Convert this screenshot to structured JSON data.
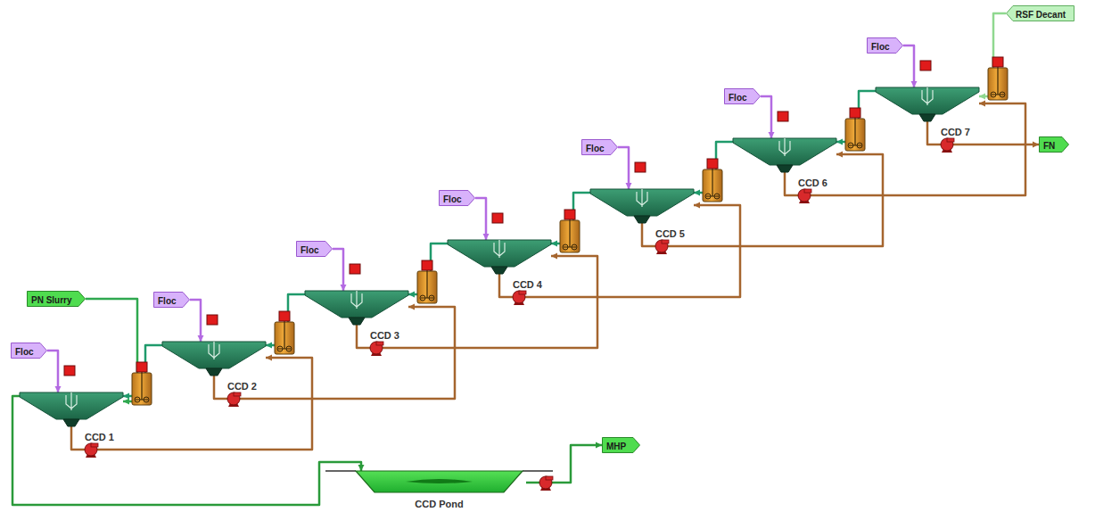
{
  "diagram": {
    "nodes": [
      {
        "text": [
          "PN Slurry"
        ]
      },
      {
        "text": [
          "Floc"
        ]
      },
      {
        "text": [
          "CCD 1"
        ]
      },
      {
        "text": [
          "Floc"
        ]
      },
      {
        "text": [
          "CCD 2"
        ]
      },
      {
        "text": [
          "Floc"
        ]
      },
      {
        "text": [
          "CCD 3"
        ]
      },
      {
        "text": [
          "Floc"
        ]
      },
      {
        "text": [
          "CCD 4"
        ]
      },
      {
        "text": [
          "Floc"
        ]
      },
      {
        "text": [
          "CCD 5"
        ]
      },
      {
        "text": [
          "Floc"
        ]
      },
      {
        "text": [
          "CCD 6"
        ]
      },
      {
        "text": [
          "Floc"
        ]
      },
      {
        "text": [
          "CCD 7"
        ]
      },
      {
        "text": [
          "RSF Decant"
        ]
      },
      {
        "text": [
          "FN"
        ]
      },
      {
        "text": [
          "CCD Pond"
        ]
      },
      {
        "text": [
          "MHP"
        ]
      }
    ],
    "edges": [
      {
        "from": 0,
        "to": 2,
        "arrow": "to"
      },
      {
        "from": 1,
        "to": 2,
        "arrow": "to"
      },
      {
        "from": 3,
        "to": 4,
        "arrow": "to"
      },
      {
        "from": 5,
        "to": 6,
        "arrow": "to"
      },
      {
        "from": 7,
        "to": 8,
        "arrow": "to"
      },
      {
        "from": 9,
        "to": 10,
        "arrow": "to"
      },
      {
        "from": 11,
        "to": 12,
        "arrow": "to"
      },
      {
        "from": 13,
        "to": 14,
        "arrow": "to"
      },
      {
        "from": 2,
        "to": 4,
        "arrow": "to"
      },
      {
        "from": 4,
        "to": 6,
        "arrow": "to"
      },
      {
        "from": 6,
        "to": 8,
        "arrow": "to"
      },
      {
        "from": 8,
        "to": 10,
        "arrow": "to"
      },
      {
        "from": 10,
        "to": 12,
        "arrow": "to"
      },
      {
        "from": 12,
        "to": 14,
        "arrow": "to"
      },
      {
        "from": 4,
        "to": 2,
        "arrow": "to"
      },
      {
        "from": 6,
        "to": 4,
        "arrow": "to"
      },
      {
        "from": 8,
        "to": 6,
        "arrow": "to"
      },
      {
        "from": 10,
        "to": 8,
        "arrow": "to"
      },
      {
        "from": 12,
        "to": 10,
        "arrow": "to"
      },
      {
        "from": 14,
        "to": 12,
        "arrow": "to"
      },
      {
        "from": 15,
        "to": 14,
        "arrow": "to"
      },
      {
        "from": 14,
        "to": 16,
        "arrow": "to"
      },
      {
        "from": 2,
        "to": 17,
        "arrow": "to"
      },
      {
        "from": 17,
        "to": 18,
        "arrow": "to"
      }
    ]
  }
}
